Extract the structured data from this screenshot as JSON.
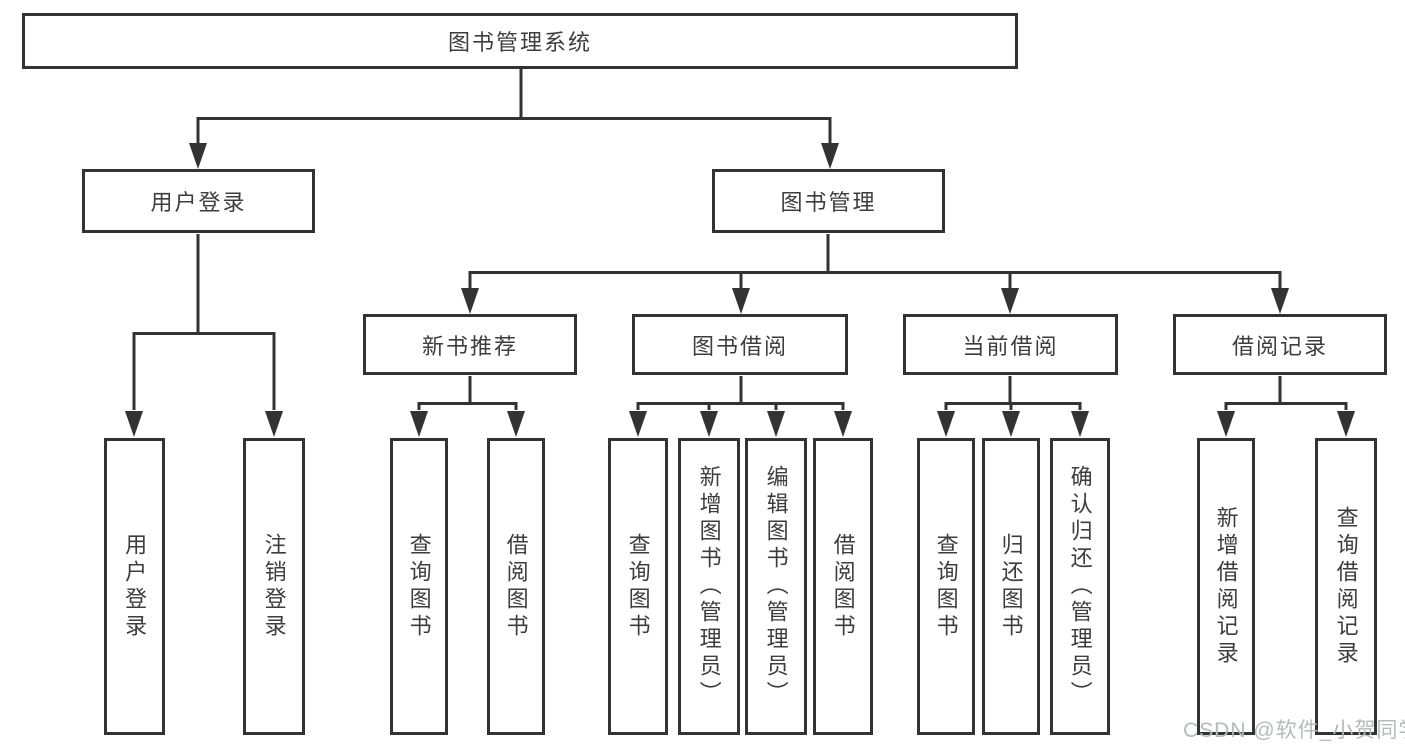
{
  "diagram": {
    "root": {
      "label": "图书管理系统"
    },
    "level2": [
      {
        "label": "用户登录",
        "parent": "图书管理系统"
      },
      {
        "label": "图书管理",
        "parent": "图书管理系统"
      }
    ],
    "level3": [
      {
        "label": "新书推荐",
        "parent": "图书管理"
      },
      {
        "label": "图书借阅",
        "parent": "图书管理"
      },
      {
        "label": "当前借阅",
        "parent": "图书管理"
      },
      {
        "label": "借阅记录",
        "parent": "图书管理"
      }
    ],
    "leaves": [
      {
        "label": "用户登录",
        "parent": "用户登录"
      },
      {
        "label": "注销登录",
        "parent": "用户登录"
      },
      {
        "label": "查询图书",
        "parent": "新书推荐"
      },
      {
        "label": "借阅图书",
        "parent": "新书推荐"
      },
      {
        "label": "查询图书",
        "parent": "图书借阅"
      },
      {
        "label": "新增图书（管理员）",
        "parent": "图书借阅"
      },
      {
        "label": "编辑图书（管理员）",
        "parent": "图书借阅"
      },
      {
        "label": "借阅图书",
        "parent": "图书借阅"
      },
      {
        "label": "查询图书",
        "parent": "当前借阅"
      },
      {
        "label": "归还图书",
        "parent": "当前借阅"
      },
      {
        "label": "确认归还（管理员）",
        "parent": "当前借阅"
      },
      {
        "label": "新增借阅记录",
        "parent": "借阅记录"
      },
      {
        "label": "查询借阅记录",
        "parent": "借阅记录"
      }
    ]
  },
  "watermark": {
    "text": "CSDN @软件_小贺同学"
  },
  "colors": {
    "line": "#333333",
    "box_border": "#333333",
    "text": "#3d3d3d",
    "background": "#ffffff",
    "watermark_text": "#b6babe"
  }
}
